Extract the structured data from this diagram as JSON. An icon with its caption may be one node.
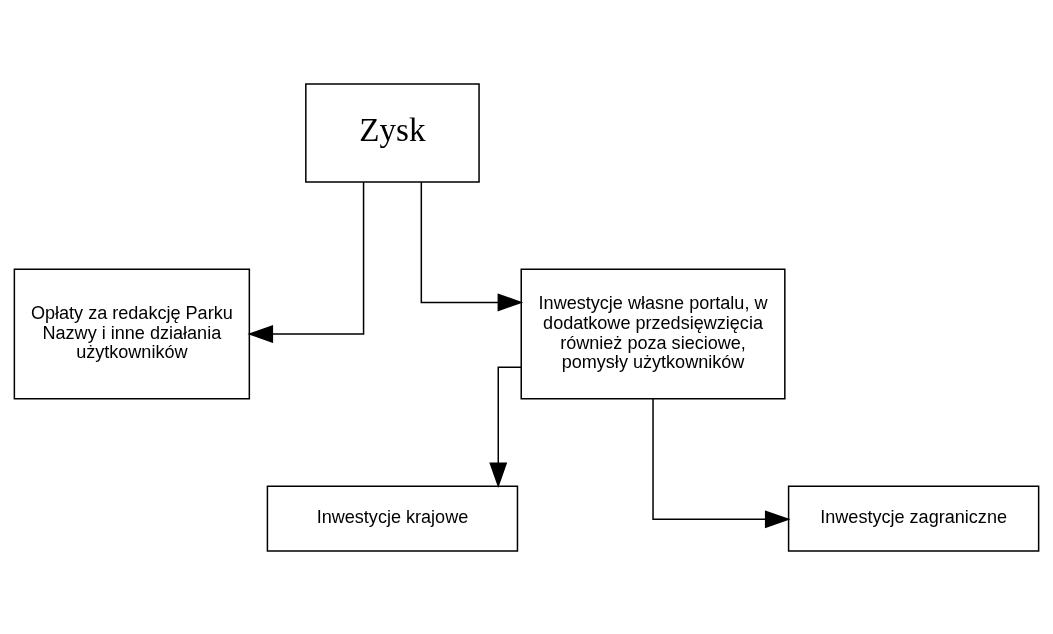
{
  "diagram": {
    "nodes": [
      {
        "text": [
          "Zysk"
        ]
      },
      {
        "text": [
          "Opłaty za redakcję Parku Nazwy i inne działania użytkowników"
        ]
      },
      {
        "text": [
          "Inwestycje własne portalu, w dodatkowe przedsięwzięcia również poza sieciowe, pomysły użytkowników"
        ]
      },
      {
        "text": [
          "Inwestycje krajowe"
        ]
      },
      {
        "text": [
          "Inwestycje zagraniczne"
        ]
      }
    ],
    "edges": [
      {
        "from": 0,
        "to": 1,
        "arrow": "to"
      },
      {
        "from": 0,
        "to": 2,
        "arrow": "to"
      },
      {
        "from": 2,
        "to": 3,
        "arrow": "to"
      },
      {
        "from": 2,
        "to": 4,
        "arrow": "to"
      }
    ]
  }
}
